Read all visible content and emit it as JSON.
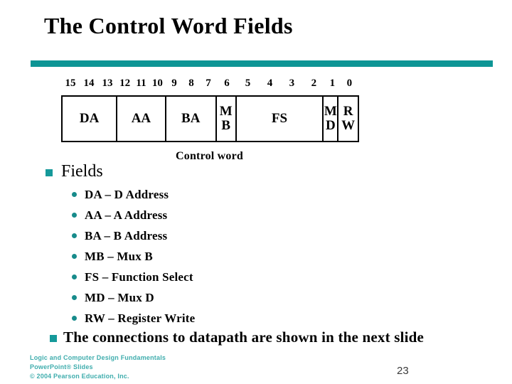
{
  "slide": {
    "title": "The Control Word Fields"
  },
  "accent_color": "#0d9595",
  "bit_row": {
    "groups": [
      [
        "15",
        "14",
        "13"
      ],
      [
        "12",
        "11",
        "10"
      ],
      [
        "9",
        "8",
        "7"
      ],
      [
        "6"
      ],
      [
        "5",
        "4",
        "3",
        "2"
      ],
      [
        "1"
      ],
      [
        "0"
      ]
    ]
  },
  "word_table": {
    "cells": [
      {
        "name": "DA",
        "label": "DA",
        "bits": "15-13"
      },
      {
        "name": "AA",
        "label": "AA",
        "bits": "12-10"
      },
      {
        "name": "BA",
        "label": "BA",
        "bits": "9-7"
      },
      {
        "name": "MB",
        "label": "M\nB",
        "bits": "6"
      },
      {
        "name": "FS",
        "label": "FS",
        "bits": "5-2"
      },
      {
        "name": "MD",
        "label": "M\nD",
        "bits": "1"
      },
      {
        "name": "RW",
        "label": "R\nW",
        "bits": "0"
      }
    ],
    "caption": "Control word"
  },
  "fields": {
    "heading": "Fields",
    "items": [
      "DA – D Address",
      "AA – A Address",
      "BA – B Address",
      "MB – Mux B",
      "FS – Function Select",
      "MD – Mux D",
      "RW – Register Write"
    ]
  },
  "note": "The connections to datapath are shown in the next slide",
  "footer": {
    "logo_lines": [
      "Logic and Computer Design Fundamentals",
      "PowerPoint® Slides",
      "© 2004 Pearson Education, Inc."
    ],
    "page_number": "23"
  }
}
